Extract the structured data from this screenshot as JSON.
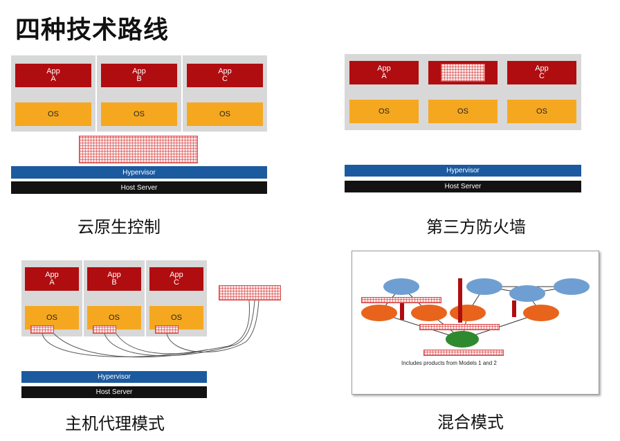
{
  "title": "四种技术路线",
  "captions": {
    "cloud_native": "云原生控制",
    "firewall": "第三方防火墙",
    "host_agent": "主机代理模式",
    "hybrid": "混合模式"
  },
  "stack": {
    "apps": [
      "App\nA",
      "App\nB",
      "App\nC"
    ],
    "os": "OS",
    "hypervisor": "Hypervisor",
    "host_server": "Host Server"
  },
  "hybrid": {
    "note": "Includes products from Models 1 and 2"
  },
  "colors": {
    "app": "#b00d10",
    "os": "#f5a81f",
    "hypervisor": "#1c5aa0",
    "host_server": "#121212",
    "enforcement_hatch": "#d44444",
    "node_blue": "#6f9fd2",
    "node_orange": "#e8641c",
    "node_green": "#2f8a2f"
  }
}
